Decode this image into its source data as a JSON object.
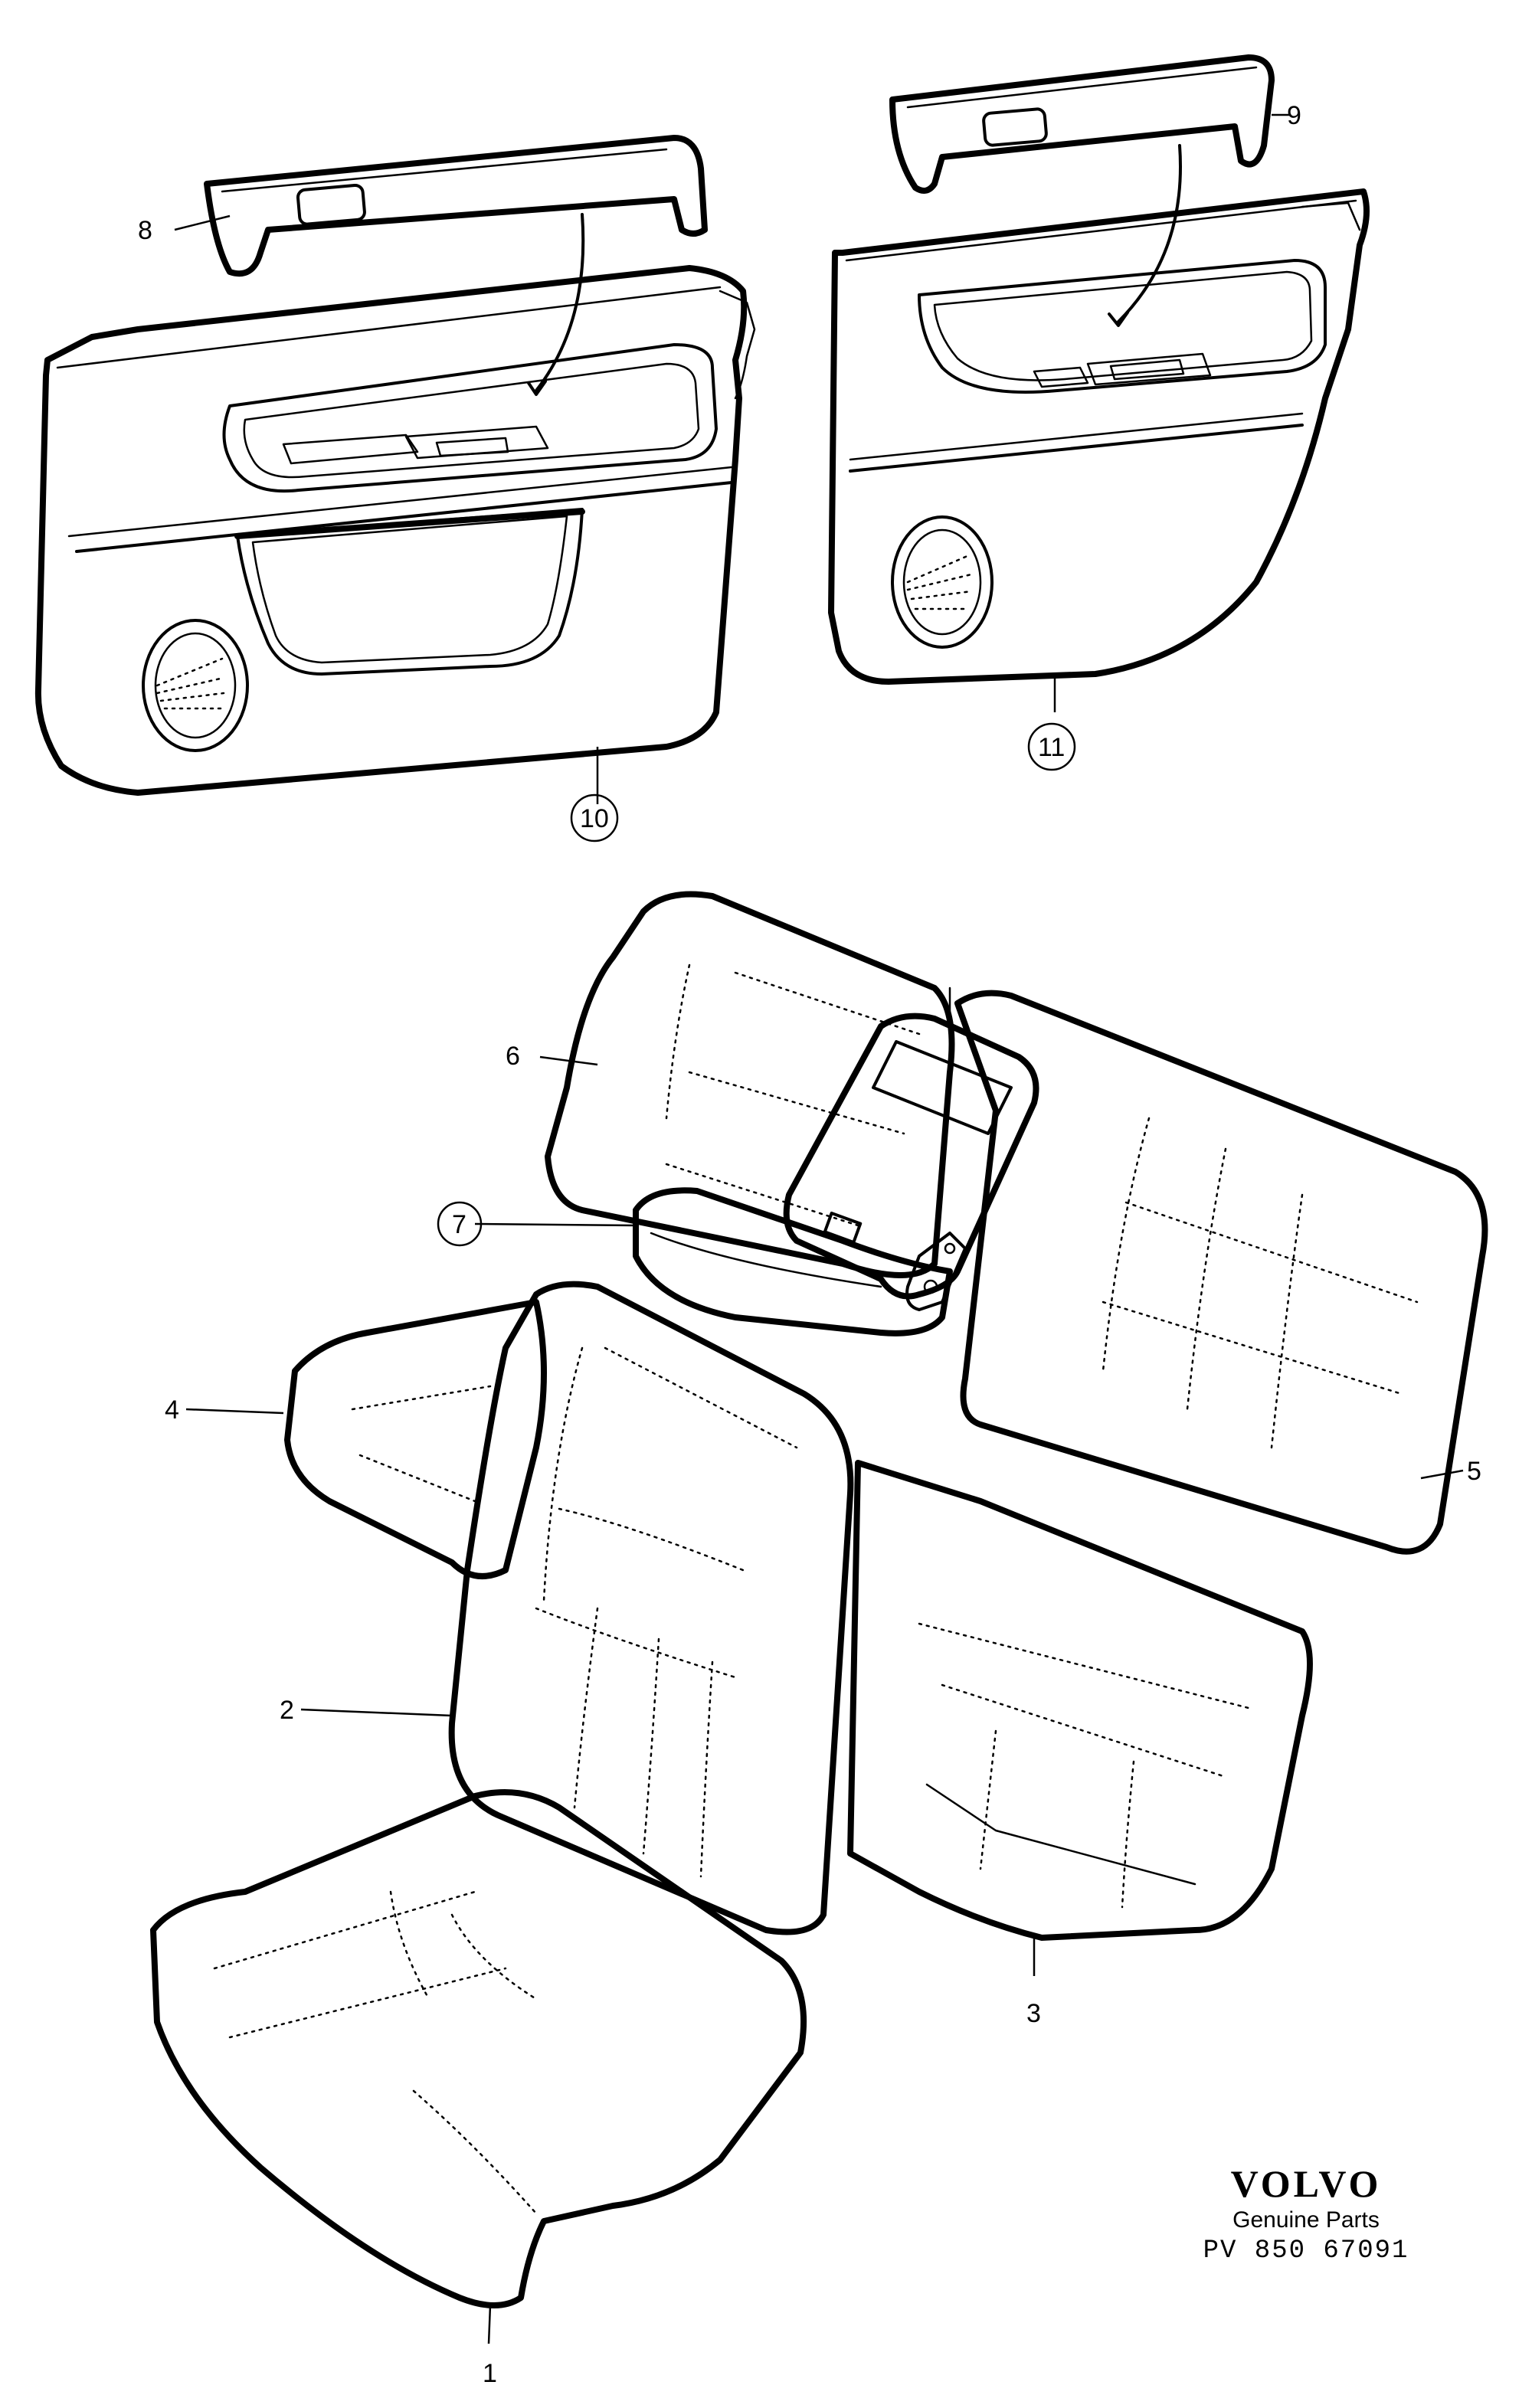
{
  "diagram": {
    "callouts": [
      {
        "id": "1",
        "circled": false
      },
      {
        "id": "2",
        "circled": false
      },
      {
        "id": "3",
        "circled": false
      },
      {
        "id": "4",
        "circled": false
      },
      {
        "id": "5",
        "circled": false
      },
      {
        "id": "6",
        "circled": false
      },
      {
        "id": "7",
        "circled": true
      },
      {
        "id": "8",
        "circled": false
      },
      {
        "id": "9",
        "circled": false
      },
      {
        "id": "10",
        "circled": true
      },
      {
        "id": "11",
        "circled": true
      }
    ]
  },
  "brand": {
    "logo": "VOLVO",
    "subtitle": "Genuine Parts",
    "code": "PV  850  67091"
  },
  "colors": {
    "line": "#000000",
    "background": "#ffffff"
  }
}
